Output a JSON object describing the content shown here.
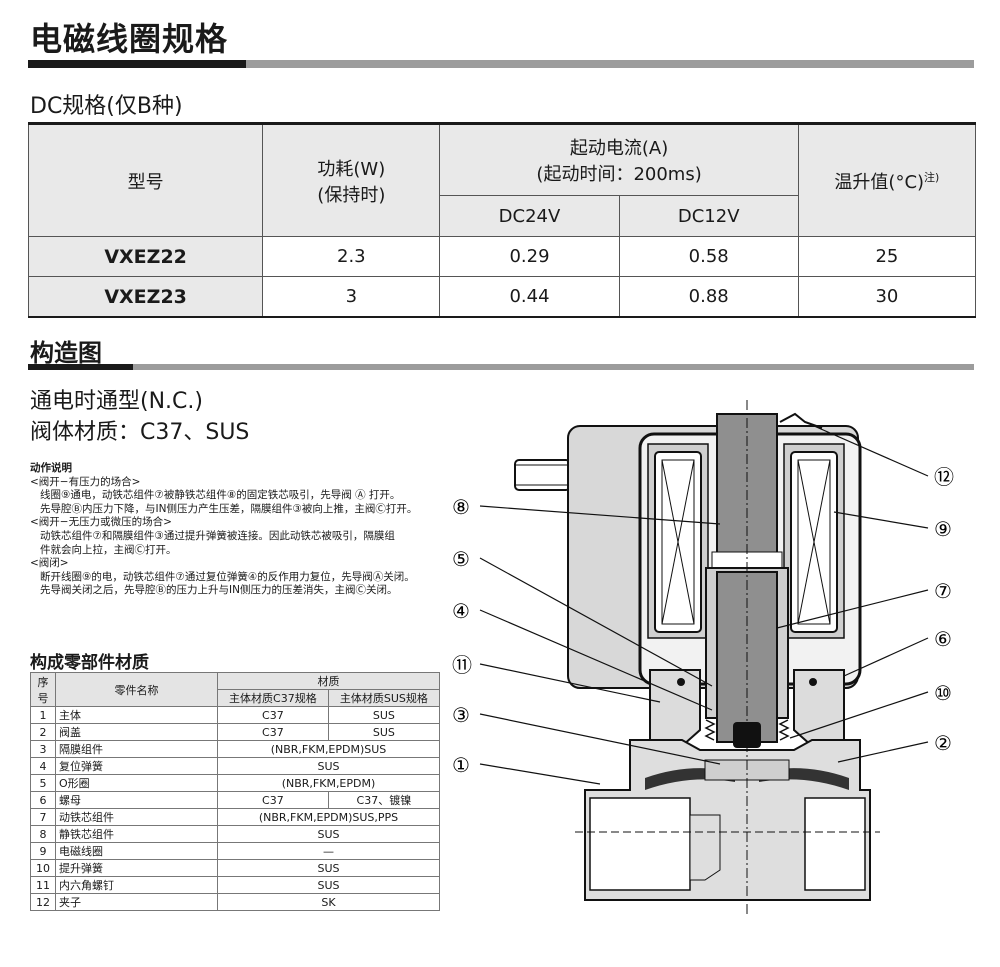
{
  "title": "电磁线圈规格",
  "dc_title": "DC规格(仅B种)",
  "spec_table": {
    "h_model": "型号",
    "h_power": "功耗(W)",
    "h_power_sub": "(保持时)",
    "h_current": "起动电流(A)",
    "h_current_sub": "(起动时间：200ms)",
    "h_dc24": "DC24V",
    "h_dc12": "DC12V",
    "h_temp": "温升值(°C)",
    "h_temp_note": "注)",
    "rows": [
      {
        "model": "VXEZ22",
        "power": "2.3",
        "dc24": "0.29",
        "dc12": "0.58",
        "temp": "25"
      },
      {
        "model": "VXEZ23",
        "power": "3",
        "dc24": "0.44",
        "dc12": "0.88",
        "temp": "30"
      }
    ]
  },
  "construction_title": "构造图",
  "type_line": "通电时通型(N.C.)",
  "material_line": "阀体材质：C37、SUS",
  "operation": {
    "title": "动作说明",
    "lines": [
      "<阀开−有压力的场合>",
      "线圈⑨通电，动铁芯组件⑦被静铁芯组件⑧的固定铁芯吸引，先导阀 Ⓐ 打开。",
      "先导腔Ⓑ内压力下降，与IN侧压力产生压差，隔膜组件③被向上推，主阀Ⓒ打开。",
      "<阀开−无压力或微压的场合>",
      "动铁芯组件⑦和隔膜组件③通过提升弹簧被连接。因此动铁芯被吸引，隔膜组",
      "件就会向上拉，主阀Ⓒ打开。",
      "<阀闭>",
      "断开线圈⑨的电，动铁芯组件⑦通过复位弹簧④的反作用力复位，先导阀Ⓐ关闭。",
      "先导阀关闭之后，先导腔Ⓑ的压力上升与IN侧压力的压差消失，主阀Ⓒ关闭。"
    ]
  },
  "parts_title": "构成零部件材质",
  "parts_table": {
    "h_no": "序号",
    "h_name": "零件名称",
    "h_material": "材质",
    "h_c37": "主体材质C37规格",
    "h_sus": "主体材质SUS规格",
    "rows": [
      {
        "no": "1",
        "name": "主体",
        "c37": "C37",
        "sus": "SUS"
      },
      {
        "no": "2",
        "name": "阀盖",
        "c37": "C37",
        "sus": "SUS"
      },
      {
        "no": "3",
        "name": "隔膜组件",
        "both": "(NBR,FKM,EPDM)SUS"
      },
      {
        "no": "4",
        "name": "复位弹簧",
        "both": "SUS"
      },
      {
        "no": "5",
        "name": "O形圈",
        "both": "(NBR,FKM,EPDM)"
      },
      {
        "no": "6",
        "name": "螺母",
        "c37": "C37",
        "sus": "C37、镀镍"
      },
      {
        "no": "7",
        "name": "动铁芯组件",
        "both": "(NBR,FKM,EPDM)SUS,PPS"
      },
      {
        "no": "8",
        "name": "静铁芯组件",
        "both": "SUS"
      },
      {
        "no": "9",
        "name": "电磁线圈",
        "both": "—"
      },
      {
        "no": "10",
        "name": "提升弹簧",
        "both": "SUS"
      },
      {
        "no": "11",
        "name": "内六角螺钉",
        "both": "SUS"
      },
      {
        "no": "12",
        "name": "夹子",
        "both": "SK"
      }
    ]
  },
  "diagram_labels": {
    "n1": "①",
    "n2": "②",
    "n3": "③",
    "n4": "④",
    "n5": "⑤",
    "n6": "⑥",
    "n7": "⑦",
    "n8": "⑧",
    "n9": "⑨",
    "n10": "⑩",
    "n11": "⑪",
    "n12": "⑫"
  }
}
